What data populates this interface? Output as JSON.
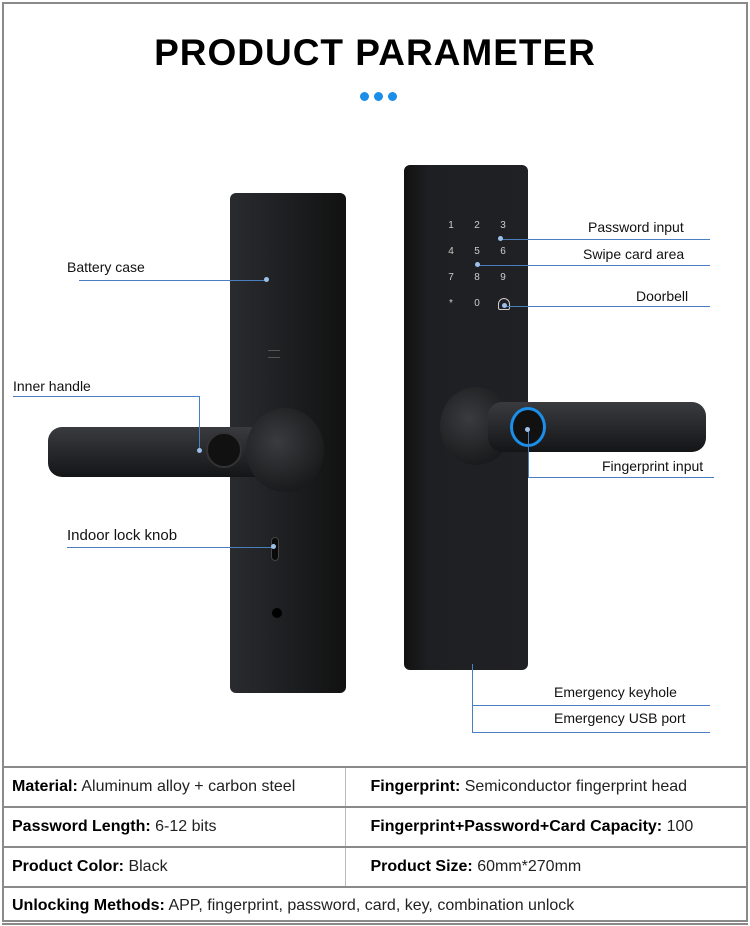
{
  "title": "PRODUCT PARAMETER",
  "accent_color": "#1a8ee8",
  "labels": {
    "battery_case": "Battery case",
    "inner_handle": "Inner handle",
    "indoor_lock_knob": "Indoor lock knob",
    "password_input": "Password input",
    "swipe_card_area": "Swipe card area",
    "doorbell": "Doorbell",
    "fingerprint_input": "Fingerprint input",
    "emergency_keyhole": "Emergency keyhole",
    "emergency_usb_port": "Emergency USB port"
  },
  "keypad": [
    "1",
    "2",
    "3",
    "4",
    "5",
    "6",
    "7",
    "8",
    "9",
    "*",
    "0"
  ],
  "specs": [
    {
      "label": "Material:",
      "value": "Aluminum alloy + carbon steel"
    },
    {
      "label": "Fingerprint:",
      "value": "Semiconductor fingerprint head"
    },
    {
      "label": "Password Length:",
      "value": "6-12 bits"
    },
    {
      "label": "Fingerprint+Password+Card Capacity:",
      "value": "100"
    },
    {
      "label": "Product Color:",
      "value": "Black"
    },
    {
      "label": "Product Size:",
      "value": "60mm*270mm"
    },
    {
      "label": "Unlocking Methods:",
      "value": "APP, fingerprint, password, card, key, combination unlock"
    }
  ]
}
